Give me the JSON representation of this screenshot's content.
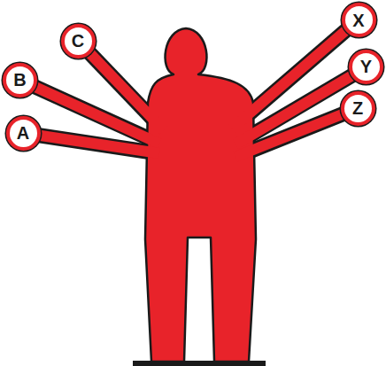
{
  "diagram": {
    "nodes": [
      {
        "text": [
          "A"
        ]
      },
      {
        "text": [
          "B"
        ]
      },
      {
        "text": [
          "C"
        ]
      },
      {
        "text": [
          "X"
        ]
      },
      {
        "text": [
          "Y"
        ]
      },
      {
        "text": [
          "Z"
        ]
      }
    ]
  }
}
